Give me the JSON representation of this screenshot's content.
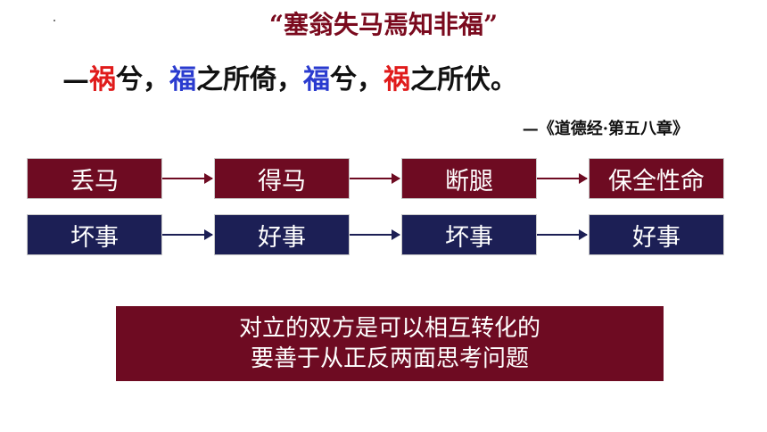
{
  "title": "“塞翁失马焉知非福”",
  "quote": {
    "dash": "—",
    "part1": "祸",
    "part2": "兮，",
    "part3": "福",
    "part4": "之所倚，",
    "part5": "福",
    "part6": "兮，",
    "part7": "祸",
    "part8": "之所伏。"
  },
  "source": "—《道德经·第五八章》",
  "row1": [
    "丢马",
    "得马",
    "断腿",
    "保全性命"
  ],
  "row2": [
    "坏事",
    "好事",
    "坏事",
    "好事"
  ],
  "conclusion": {
    "line1": "对立的双方是可以相互转化的",
    "line2": "要善于从正反两面思考问题"
  },
  "colors": {
    "dark_red": "#6e0b22",
    "navy": "#1c1f55",
    "red_text": "#e01b1b",
    "blue_text": "#2a3bcf"
  }
}
